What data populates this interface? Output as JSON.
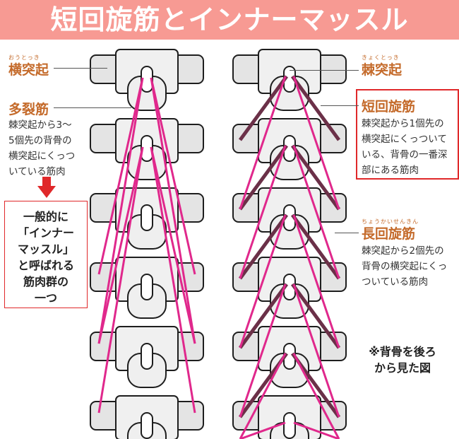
{
  "title": "短回旋筋とインナーマッスル",
  "left_labels": {
    "transverse_process": {
      "ruby": "おうとっき",
      "label": "横突起"
    },
    "multifidus": {
      "label": "多裂筋",
      "desc": [
        "棘突起から3～",
        "5個先の背骨の",
        "横突起にくっつ",
        "いている筋肉"
      ]
    }
  },
  "callout": {
    "lines": [
      "一般的に",
      "「インナー",
      "マッスル」",
      "と呼ばれる",
      "筋肉群の",
      "一つ"
    ]
  },
  "right_labels": {
    "spinous_process": {
      "ruby": "きょくとっき",
      "label": "棘突起"
    },
    "rotatores_brevis": {
      "label": "短回旋筋",
      "desc": [
        "棘突起から1個先の",
        "横突起にくっついて",
        "いる、背骨の一番深",
        "部にある筋肉"
      ]
    },
    "rotatores_longus": {
      "ruby": "ちょうかいせんきん",
      "label": "長回旋筋",
      "desc": [
        "棘突起から2個先の",
        "背骨の横突起にくっ",
        "ついている筋肉"
      ]
    }
  },
  "note": {
    "lines": [
      "※背骨を後ろ",
      "から見た図"
    ]
  },
  "colors": {
    "title_bg": "#f79a93",
    "muscle_pink": "#e0288c",
    "muscle_dark": "#6b3048",
    "highlight_red": "#e0282a"
  }
}
